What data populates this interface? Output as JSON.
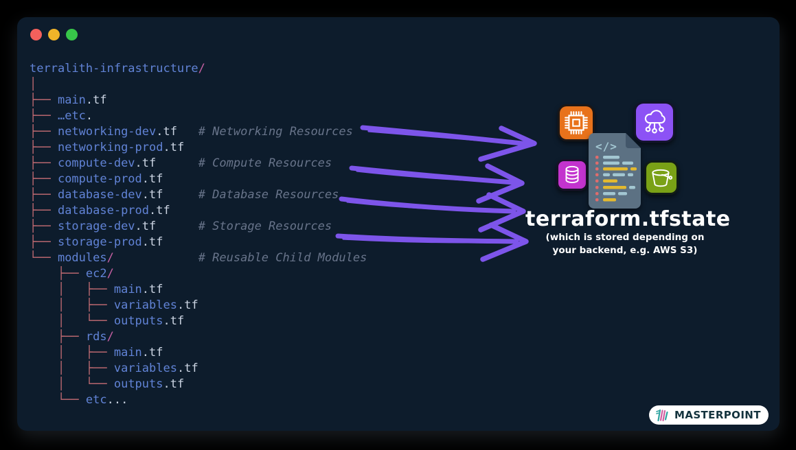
{
  "window": {
    "controls": [
      {
        "name": "close",
        "color": "#F4605C"
      },
      {
        "name": "minimize",
        "color": "#F0B429"
      },
      {
        "name": "zoom",
        "color": "#37C649"
      }
    ]
  },
  "tree": {
    "lines": [
      {
        "segs": [
          [
            "name",
            "terralith-infrastructure"
          ],
          [
            "slash",
            "/"
          ]
        ]
      },
      {
        "segs": [
          [
            "tree",
            "│"
          ]
        ]
      },
      {
        "segs": [
          [
            "tree",
            "├── "
          ],
          [
            "name",
            "main"
          ],
          [
            "lit",
            ".tf"
          ]
        ]
      },
      {
        "segs": [
          [
            "tree",
            "├── "
          ],
          [
            "name",
            "…etc"
          ],
          [
            "lit",
            "."
          ]
        ]
      },
      {
        "segs": [
          [
            "tree",
            "├── "
          ],
          [
            "name",
            "networking-dev"
          ],
          [
            "lit",
            ".tf"
          ],
          [
            "pad",
            "   "
          ],
          [
            "comment",
            "# Networking Resources"
          ]
        ]
      },
      {
        "segs": [
          [
            "tree",
            "├── "
          ],
          [
            "name",
            "networking-prod"
          ],
          [
            "lit",
            ".tf"
          ]
        ]
      },
      {
        "segs": [
          [
            "tree",
            "├── "
          ],
          [
            "name",
            "compute-dev"
          ],
          [
            "lit",
            ".tf"
          ],
          [
            "pad",
            "      "
          ],
          [
            "comment",
            "# Compute Resources"
          ]
        ]
      },
      {
        "segs": [
          [
            "tree",
            "├── "
          ],
          [
            "name",
            "compute-prod"
          ],
          [
            "lit",
            ".tf"
          ]
        ]
      },
      {
        "segs": [
          [
            "tree",
            "├── "
          ],
          [
            "name",
            "database-dev"
          ],
          [
            "lit",
            ".tf"
          ],
          [
            "pad",
            "     "
          ],
          [
            "comment",
            "# Database Resources"
          ]
        ]
      },
      {
        "segs": [
          [
            "tree",
            "├── "
          ],
          [
            "name",
            "database-prod"
          ],
          [
            "lit",
            ".tf"
          ]
        ]
      },
      {
        "segs": [
          [
            "tree",
            "├── "
          ],
          [
            "name",
            "storage-dev"
          ],
          [
            "lit",
            ".tf"
          ],
          [
            "pad",
            "      "
          ],
          [
            "comment",
            "# Storage Resources"
          ]
        ]
      },
      {
        "segs": [
          [
            "tree",
            "├── "
          ],
          [
            "name",
            "storage-prod"
          ],
          [
            "lit",
            ".tf"
          ]
        ]
      },
      {
        "segs": [
          [
            "tree",
            "└── "
          ],
          [
            "name",
            "modules"
          ],
          [
            "slash",
            "/"
          ],
          [
            "pad",
            "            "
          ],
          [
            "comment",
            "# Reusable Child Modules"
          ]
        ]
      },
      {
        "segs": [
          [
            "pad",
            "    "
          ],
          [
            "tree",
            "├── "
          ],
          [
            "name",
            "ec2"
          ],
          [
            "slash",
            "/"
          ]
        ]
      },
      {
        "segs": [
          [
            "pad",
            "    "
          ],
          [
            "tree",
            "│   ├── "
          ],
          [
            "name",
            "main"
          ],
          [
            "lit",
            ".tf"
          ]
        ]
      },
      {
        "segs": [
          [
            "pad",
            "    "
          ],
          [
            "tree",
            "│   ├── "
          ],
          [
            "name",
            "variables"
          ],
          [
            "lit",
            ".tf"
          ]
        ]
      },
      {
        "segs": [
          [
            "pad",
            "    "
          ],
          [
            "tree",
            "│   └── "
          ],
          [
            "name",
            "outputs"
          ],
          [
            "lit",
            ".tf"
          ]
        ]
      },
      {
        "segs": [
          [
            "pad",
            "    "
          ],
          [
            "tree",
            "├── "
          ],
          [
            "name",
            "rds"
          ],
          [
            "slash",
            "/"
          ]
        ]
      },
      {
        "segs": [
          [
            "pad",
            "    "
          ],
          [
            "tree",
            "│   ├── "
          ],
          [
            "name",
            "main"
          ],
          [
            "lit",
            ".tf"
          ]
        ]
      },
      {
        "segs": [
          [
            "pad",
            "    "
          ],
          [
            "tree",
            "│   ├── "
          ],
          [
            "name",
            "variables"
          ],
          [
            "lit",
            ".tf"
          ]
        ]
      },
      {
        "segs": [
          [
            "pad",
            "    "
          ],
          [
            "tree",
            "│   └── "
          ],
          [
            "name",
            "outputs"
          ],
          [
            "lit",
            ".tf"
          ]
        ]
      },
      {
        "segs": [
          [
            "pad",
            "    "
          ],
          [
            "tree",
            "└── "
          ],
          [
            "name",
            "etc"
          ],
          [
            "lit",
            "..."
          ]
        ]
      }
    ]
  },
  "diagram": {
    "arrow_color": "#7D55EA",
    "icons": [
      {
        "name": "cpu-icon",
        "color": "#E8721B"
      },
      {
        "name": "cloud-network-icon",
        "color": "#8C52F5"
      },
      {
        "name": "database-icon",
        "color": "#C333CE"
      },
      {
        "name": "bucket-icon",
        "color": "#7AA116"
      },
      {
        "name": "code-file-icon",
        "color": "#5C7183"
      }
    ],
    "label": "terraform.tfstate",
    "sublabel1": "(which is stored depending on",
    "sublabel2": "your backend, e.g. AWS S3)"
  },
  "footer": {
    "brand": "MASTERPOINT"
  }
}
